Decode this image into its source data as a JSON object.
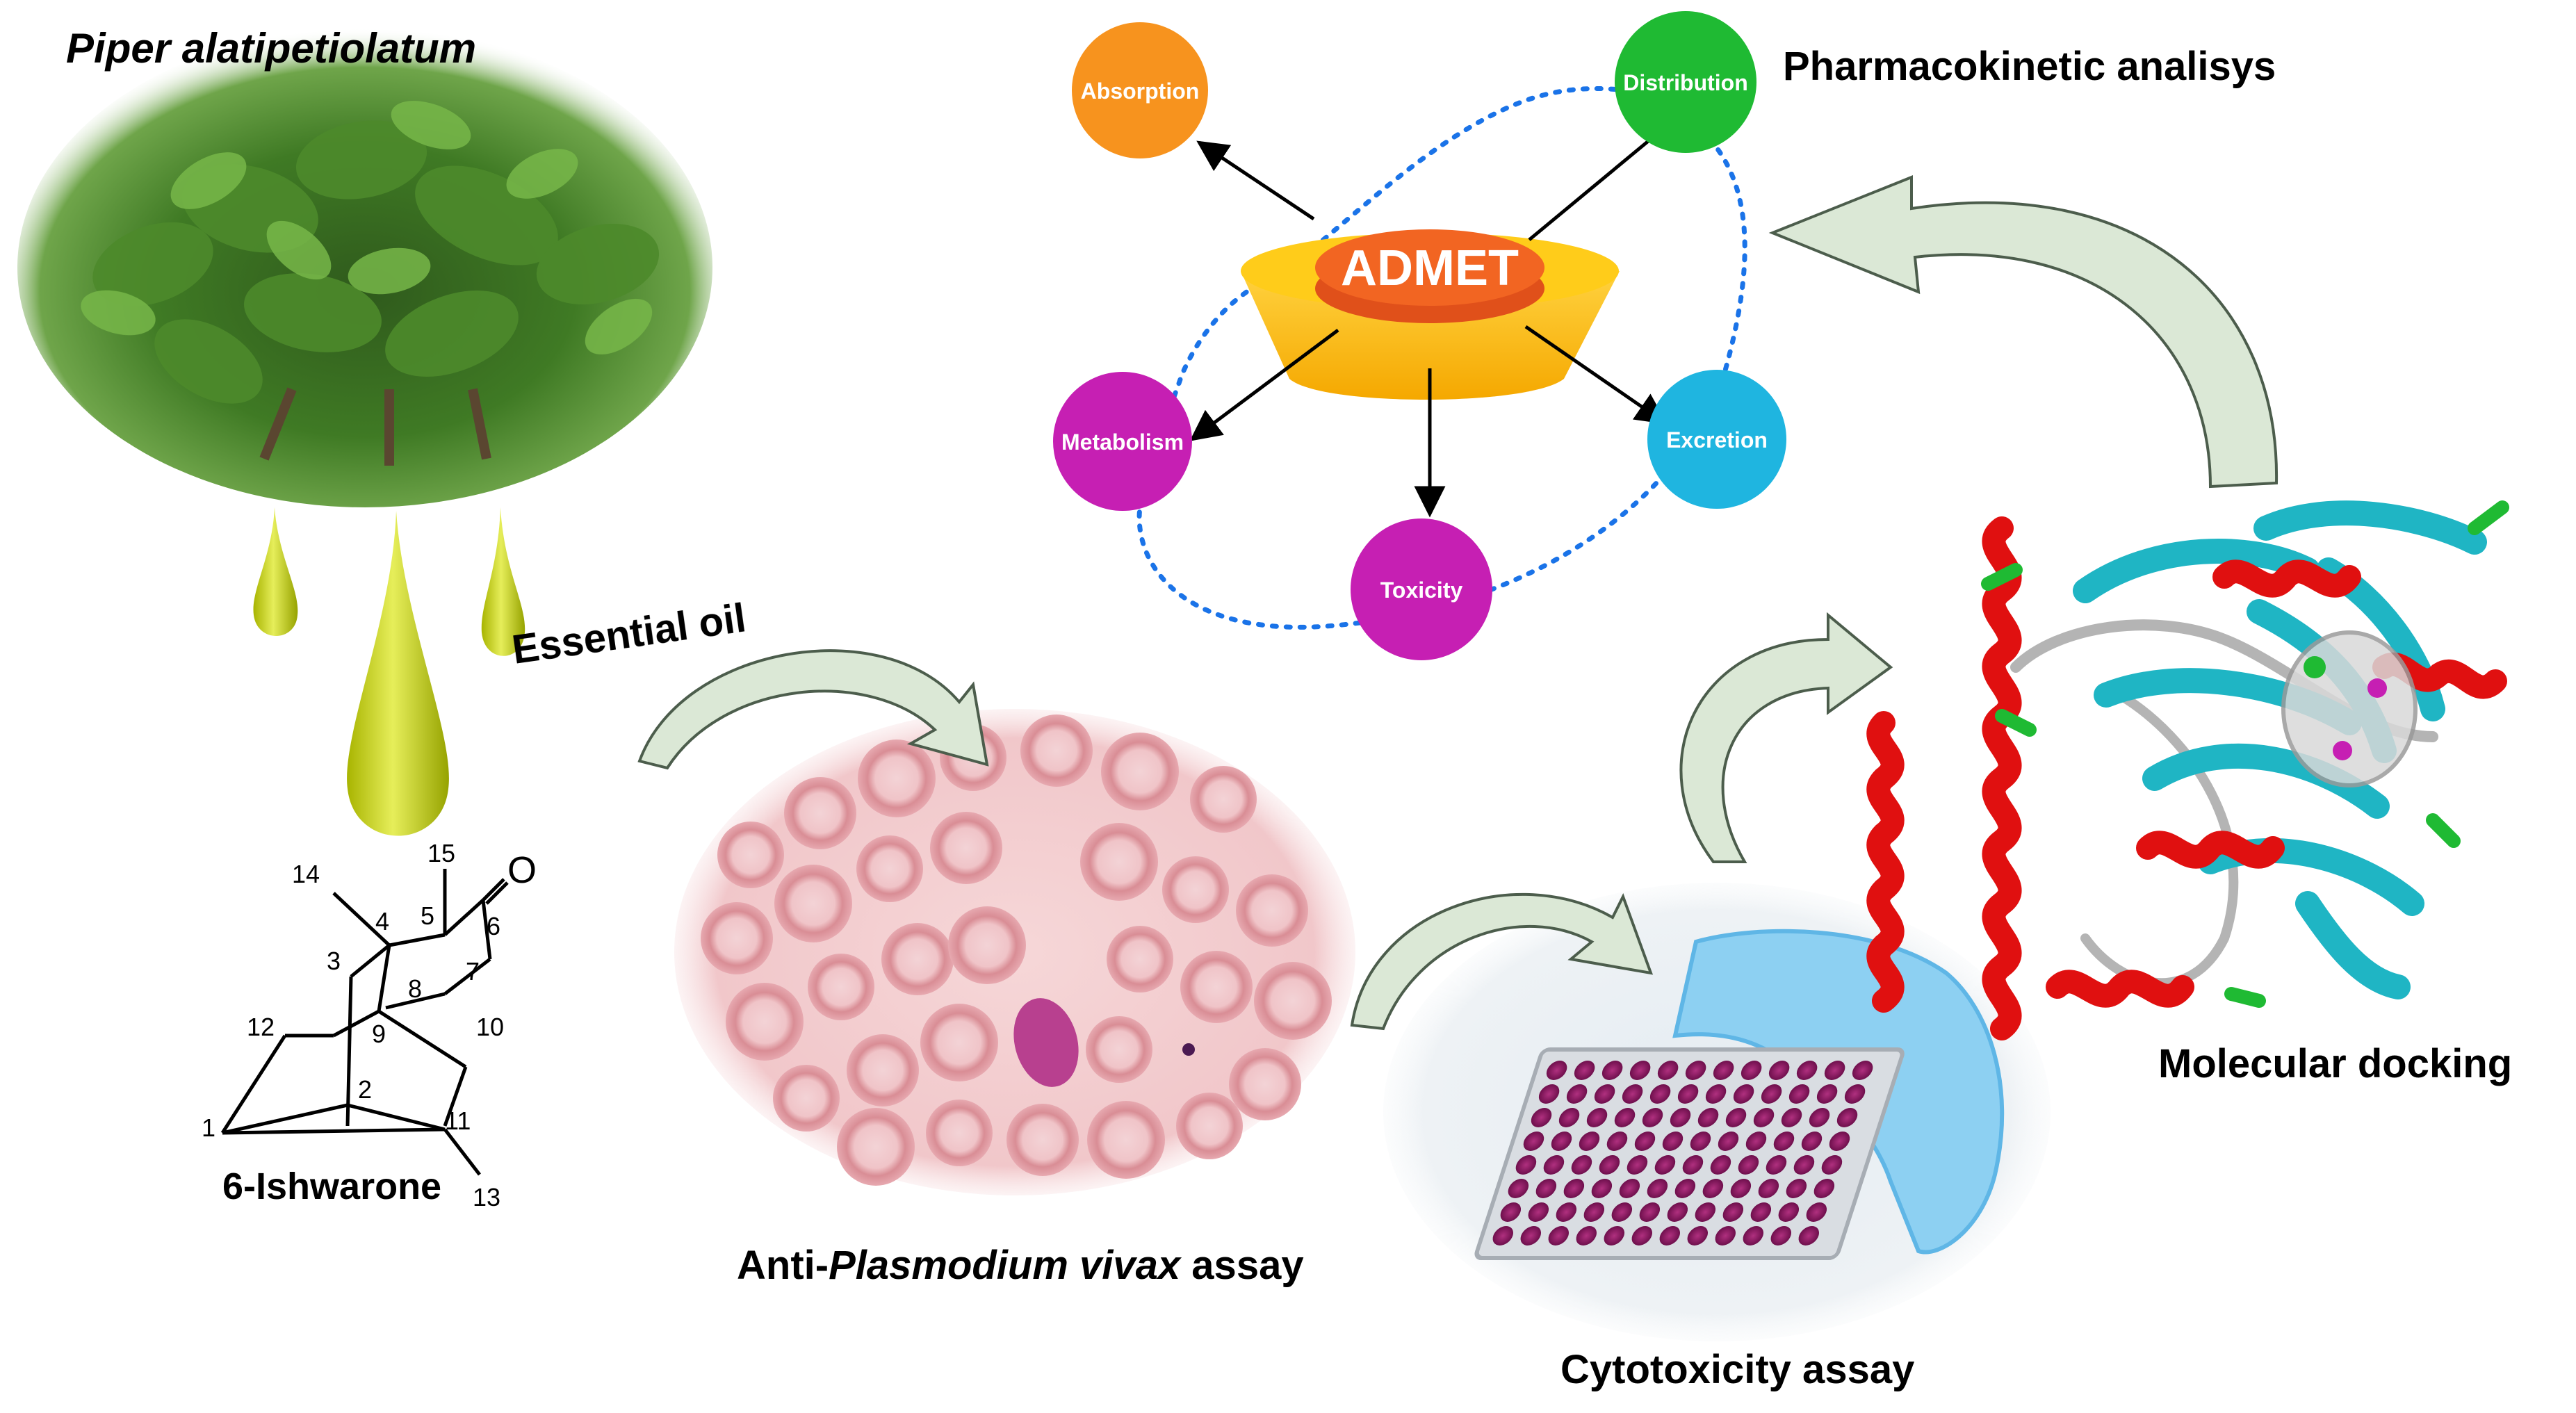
{
  "labels": {
    "plant": "Piper alatipetiolatum",
    "essential_oil": "Essential oil",
    "compound": "6-Ishwarone",
    "assay_prefix": "Anti-",
    "assay_italic": "Plasmodium vivax",
    "assay_suffix": " assay",
    "cytotoxicity": "Cytotoxicity assay",
    "docking": "Molecular docking",
    "pharmacokinetic": "Pharmacokinetic analisys"
  },
  "admet": {
    "center": "ADMET",
    "nodes": [
      "Absorption",
      "Distribution",
      "Metabolism",
      "Excretion",
      "Toxicity"
    ]
  },
  "atom_numbers": [
    "14",
    "15",
    "4",
    "5",
    "6",
    "3",
    "7",
    "8",
    "12",
    "9",
    "10",
    "2",
    "1",
    "11",
    "13"
  ],
  "oxygen": "O",
  "colors": {
    "absorption": "#f7931e",
    "distribution": "#1fba33",
    "metabolism": "#c61fb3",
    "excretion": "#1fb5e0",
    "toxicity": "#c61fb3",
    "admet_dish": "#ffc20e",
    "admet_disc": "#f26522",
    "helix": "#e01010",
    "strand": "#1fb5c4",
    "arrow": "#dbe8d6"
  }
}
